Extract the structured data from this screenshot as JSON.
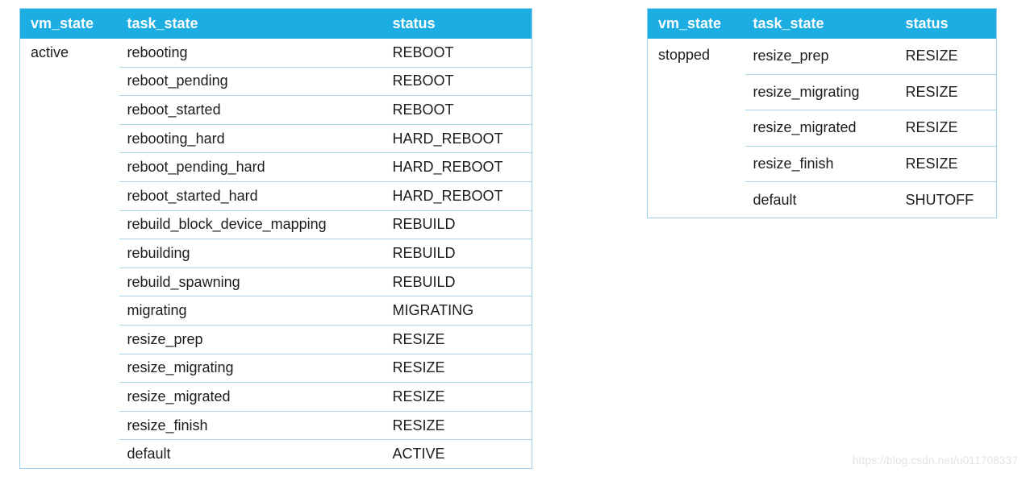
{
  "watermark": "https://blog.csdn.net/u011708337",
  "colors": {
    "header_bg": "#1cade3",
    "header_text": "#ffffff",
    "table_border": "#9fcfeb",
    "row_separator": "#a9d3ec",
    "body_text": "#1c1c1c",
    "watermark_color": "#e3e3e3",
    "page_bg": "#ffffff"
  },
  "tables": [
    {
      "name": "active-vm-state-table",
      "headers": [
        "vm_state",
        "task_state",
        "status"
      ],
      "vm_state": "active",
      "rows": [
        {
          "task_state": "rebooting",
          "status": "REBOOT"
        },
        {
          "task_state": "reboot_pending",
          "status": "REBOOT"
        },
        {
          "task_state": "reboot_started",
          "status": "REBOOT"
        },
        {
          "task_state": "rebooting_hard",
          "status": "HARD_REBOOT"
        },
        {
          "task_state": "reboot_pending_hard",
          "status": "HARD_REBOOT"
        },
        {
          "task_state": "reboot_started_hard",
          "status": "HARD_REBOOT"
        },
        {
          "task_state": "rebuild_block_device_mapping",
          "status": "REBUILD"
        },
        {
          "task_state": "rebuilding",
          "status": "REBUILD"
        },
        {
          "task_state": "rebuild_spawning",
          "status": "REBUILD"
        },
        {
          "task_state": "migrating",
          "status": "MIGRATING"
        },
        {
          "task_state": "resize_prep",
          "status": "RESIZE"
        },
        {
          "task_state": "resize_migrating",
          "status": "RESIZE"
        },
        {
          "task_state": "resize_migrated",
          "status": "RESIZE"
        },
        {
          "task_state": "resize_finish",
          "status": "RESIZE"
        },
        {
          "task_state": "default",
          "status": "ACTIVE"
        }
      ]
    },
    {
      "name": "stopped-vm-state-table",
      "headers": [
        "vm_state",
        "task_state",
        "status"
      ],
      "vm_state": "stopped",
      "rows": [
        {
          "task_state": "resize_prep",
          "status": "RESIZE"
        },
        {
          "task_state": "resize_migrating",
          "status": "RESIZE"
        },
        {
          "task_state": "resize_migrated",
          "status": "RESIZE"
        },
        {
          "task_state": "resize_finish",
          "status": "RESIZE"
        },
        {
          "task_state": "default",
          "status": "SHUTOFF"
        }
      ]
    }
  ]
}
